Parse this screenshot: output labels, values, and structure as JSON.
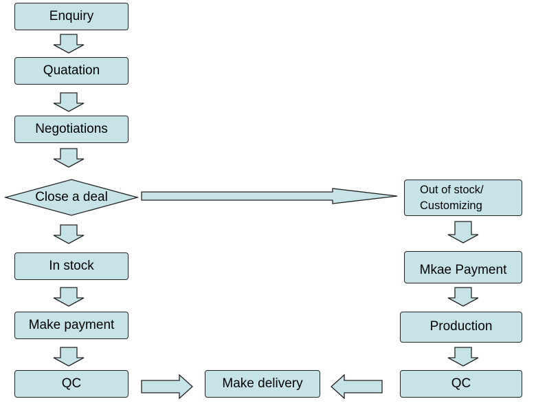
{
  "steps": {
    "enquiry": "Enquiry",
    "quotation": "Quatation",
    "negotiations": "Negotiations",
    "close_deal": "Close a deal",
    "in_stock": "In stock",
    "make_payment": "Make payment",
    "qc_left": "QC",
    "out_of_stock_line1": "Out of stock/",
    "out_of_stock_line2": "Customizing",
    "mkae_payment": "Mkae Payment",
    "production": "Production",
    "qc_right": "QC",
    "make_delivery": "Make delivery"
  },
  "colors": {
    "box_fill": "#c6e4e8",
    "border": "#222222"
  }
}
